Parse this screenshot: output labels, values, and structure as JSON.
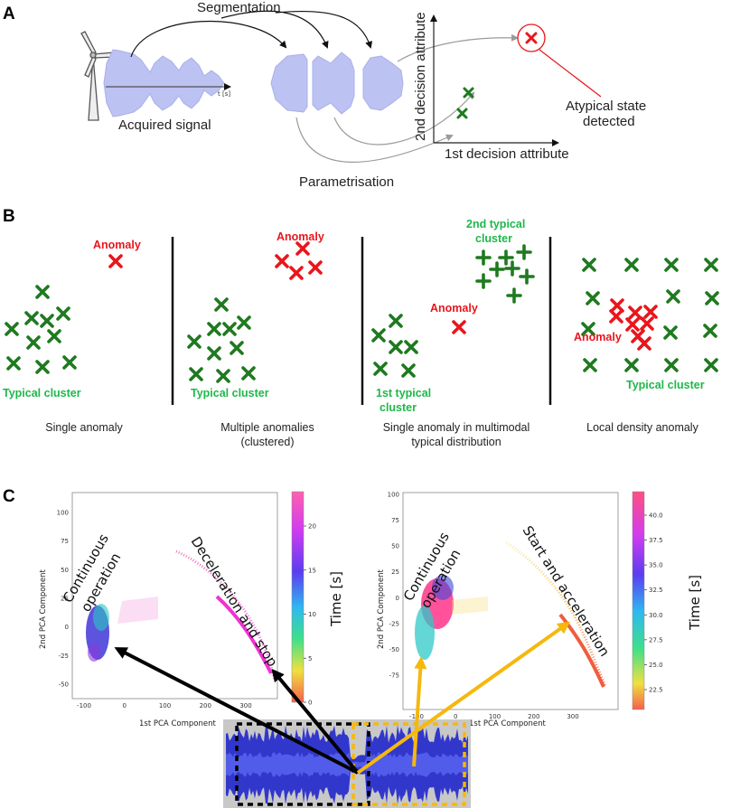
{
  "panel_a": {
    "letter": "A",
    "segmentation": "Segmentation",
    "acquired_signal": "Acquired signal",
    "time_unit": "t [s]",
    "parametrisation": "Parametrisation",
    "axis_y": "2nd decision attribute",
    "axis_x": "1st decision attribute",
    "atypical_1": "Atypical state",
    "atypical_2": "detected"
  },
  "panel_b": {
    "letter": "B",
    "captions": [
      "Single anomaly",
      "Multiple anomalies",
      "(clustered)",
      "Single anomaly in multimodal",
      "typical distribution",
      "Local density anomaly"
    ],
    "anomaly": "Anomaly",
    "typical_cluster": "Typical cluster",
    "first_typical_1": "1st typical",
    "first_typical_2": "cluster",
    "second_typical_1": "2nd typical",
    "second_typical_2": "cluster"
  },
  "panel_c": {
    "letter": "C",
    "left": {
      "xlabel": "1st  PCA Component",
      "ylabel": "2nd  PCA Component",
      "xticks": [
        "-100",
        "0",
        "100",
        "200",
        "300"
      ],
      "yticks": [
        "100",
        "75",
        "50",
        "25",
        "0",
        "-25",
        "-50"
      ],
      "cbar_ticks": [
        "20",
        "15",
        "10",
        "5",
        "0"
      ],
      "cbar_label": "Time [s]",
      "ann_continuous_1": "Continuous",
      "ann_continuous_2": "operation",
      "ann_event": "Deceleration and stop"
    },
    "right": {
      "xlabel": "1st  PCA Component",
      "ylabel": "2nd  PCA Component",
      "xticks": [
        "-100",
        "0",
        "100",
        "200",
        "300"
      ],
      "yticks": [
        "100",
        "75",
        "50",
        "25",
        "0",
        "-25",
        "-50",
        "-75"
      ],
      "cbar_ticks": [
        "40.0",
        "37.5",
        "35.0",
        "32.5",
        "30.0",
        "27.5",
        "25.0",
        "22.5"
      ],
      "cbar_label": "Time [s]",
      "ann_continuous_1": "Continuous",
      "ann_continuous_2": "operation",
      "ann_event": "Start and acceleration"
    }
  },
  "colors": {
    "green": "#1f7a1f",
    "green_text": "#1eb84a",
    "red": "#e8161c",
    "signal": "#b8bdf0",
    "black_arrow": "#000000",
    "yellow_arrow": "#f5b80f"
  }
}
